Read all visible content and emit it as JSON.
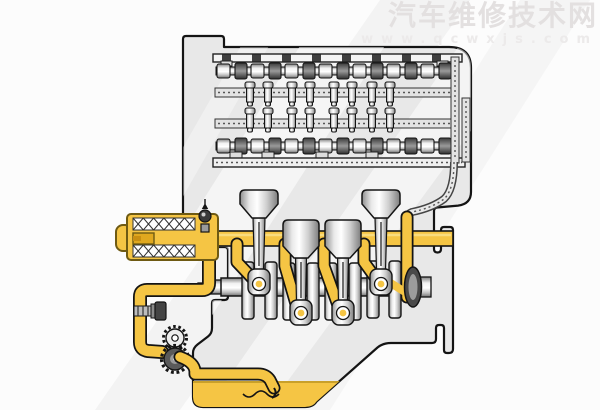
{
  "watermark": {
    "title": "汽车维修技术网",
    "url": "www.qcwxjs.com"
  },
  "diagram": {
    "subject": "engine-lubrication-system-cutaway",
    "cylinders": 4,
    "valves_per_row": 8,
    "camshafts": 2,
    "oil_pump_gears": 2,
    "colors": {
      "oil": "#F5C544",
      "oil_surface": "#C9A02A",
      "filter_outline": "#6E5A13",
      "engine_body": "#E8E8E8",
      "outline": "#141414",
      "metal_dark": "#4A4A4A",
      "background": "#FCFCFC",
      "watermark_text": "#E3E0E0"
    }
  }
}
